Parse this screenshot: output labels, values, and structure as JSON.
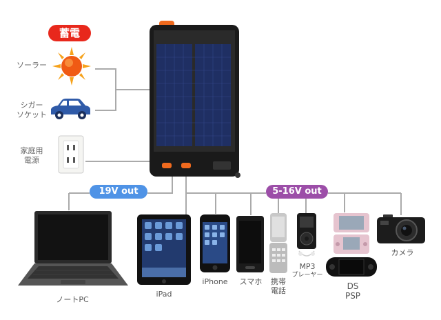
{
  "source_badge": "蓄電",
  "sources": [
    {
      "label_line1": "ソーラー",
      "label_line2": ""
    },
    {
      "label_line1": "シガー",
      "label_line2": "ソケット"
    },
    {
      "label_line1": "家庭用",
      "label_line2": "電源"
    }
  ],
  "outputs": {
    "left_badge": "19V out",
    "right_badge": "5-16V out"
  },
  "devices": [
    {
      "label_line1": "ノートPC",
      "label_line2": ""
    },
    {
      "label_line1": "iPad",
      "label_line2": ""
    },
    {
      "label_line1": "iPhone",
      "label_line2": ""
    },
    {
      "label_line1": "スマホ",
      "label_line2": ""
    },
    {
      "label_line1": "携帯",
      "label_line2": "電話"
    },
    {
      "label_line1": "MP3",
      "label_line2": "プレーヤー"
    },
    {
      "label_line1": "DS",
      "label_line2": "PSP"
    },
    {
      "label_line1": "カメラ",
      "label_line2": ""
    }
  ],
  "colors": {
    "badge_red": "#e8281c",
    "badge_blue": "#4f93e6",
    "badge_purple": "#9c4ea8",
    "wire": "#aaaaaa"
  }
}
